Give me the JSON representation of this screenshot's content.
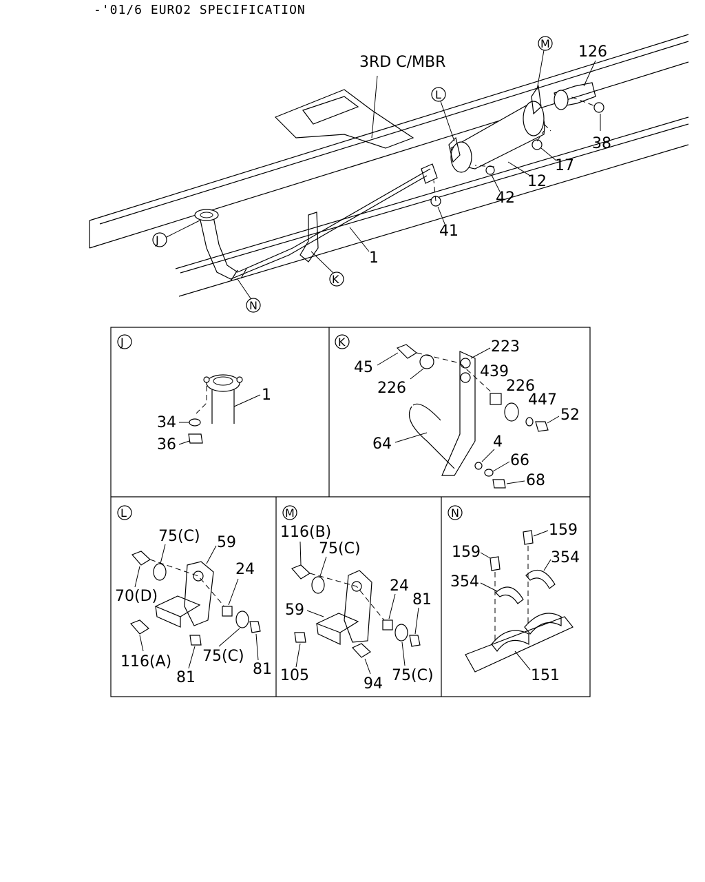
{
  "header": {
    "title": "-'01/6 EURO2 SPECIFICATION"
  },
  "main_view": {
    "frame_label": "3RD C/MBR",
    "callouts": [
      "J",
      "K",
      "L",
      "M",
      "N"
    ],
    "part_numbers": [
      "126",
      "38",
      "17",
      "12",
      "42",
      "41",
      "1"
    ]
  },
  "panels": {
    "J": {
      "letter": "J",
      "labels": [
        "1",
        "34",
        "36"
      ]
    },
    "K": {
      "letter": "K",
      "labels": [
        "223",
        "45",
        "439",
        "226",
        "226",
        "447",
        "52",
        "64",
        "4",
        "66",
        "68"
      ]
    },
    "L": {
      "letter": "L",
      "labels": [
        "75(C)",
        "59",
        "24",
        "70(D)",
        "116(A)",
        "81",
        "75(C)",
        "81"
      ]
    },
    "M": {
      "letter": "M",
      "labels": [
        "116(B)",
        "75(C)",
        "24",
        "81",
        "59",
        "105",
        "94",
        "75(C)"
      ]
    },
    "N": {
      "letter": "N",
      "labels": [
        "159",
        "159",
        "354",
        "354",
        "151"
      ]
    }
  }
}
